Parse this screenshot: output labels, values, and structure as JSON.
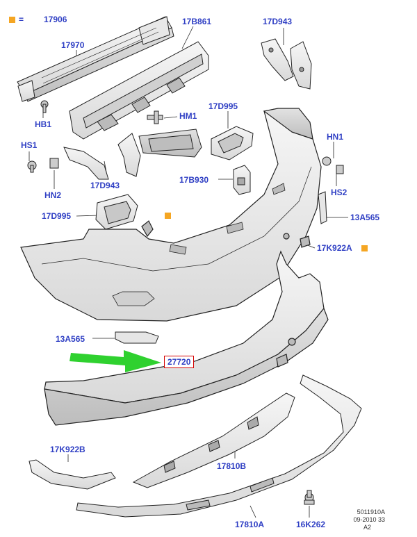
{
  "legend": {
    "symbol_label": "=",
    "part": "17906",
    "marker_color": "#f5a623"
  },
  "labels": {
    "p17970": "17970",
    "p17B861": "17B861",
    "p17D943_top": "17D943",
    "pHB1": "HB1",
    "pHM1": "HM1",
    "p17D995_top": "17D995",
    "pHS1": "HS1",
    "pHN1": "HN1",
    "pHN2": "HN2",
    "p17D943_mid": "17D943",
    "p17B930": "17B930",
    "pHS2": "HS2",
    "p17D995_left": "17D995",
    "p13A565_right": "13A565",
    "p17K922A": "17K922A",
    "p13A565_left": "13A565",
    "p27720": "27720",
    "p17K922B": "17K922B",
    "p17810B": "17810B",
    "p17810A": "17810A",
    "p16K262": "16K262"
  },
  "footer": {
    "line1": "5011910A",
    "line2": "09-2010 33",
    "line3": "A2"
  },
  "colors": {
    "label_blue": "#2f3fc4",
    "highlight_red": "#d40000",
    "arrow_green": "#2fd12f",
    "marker_orange": "#f5a623"
  }
}
